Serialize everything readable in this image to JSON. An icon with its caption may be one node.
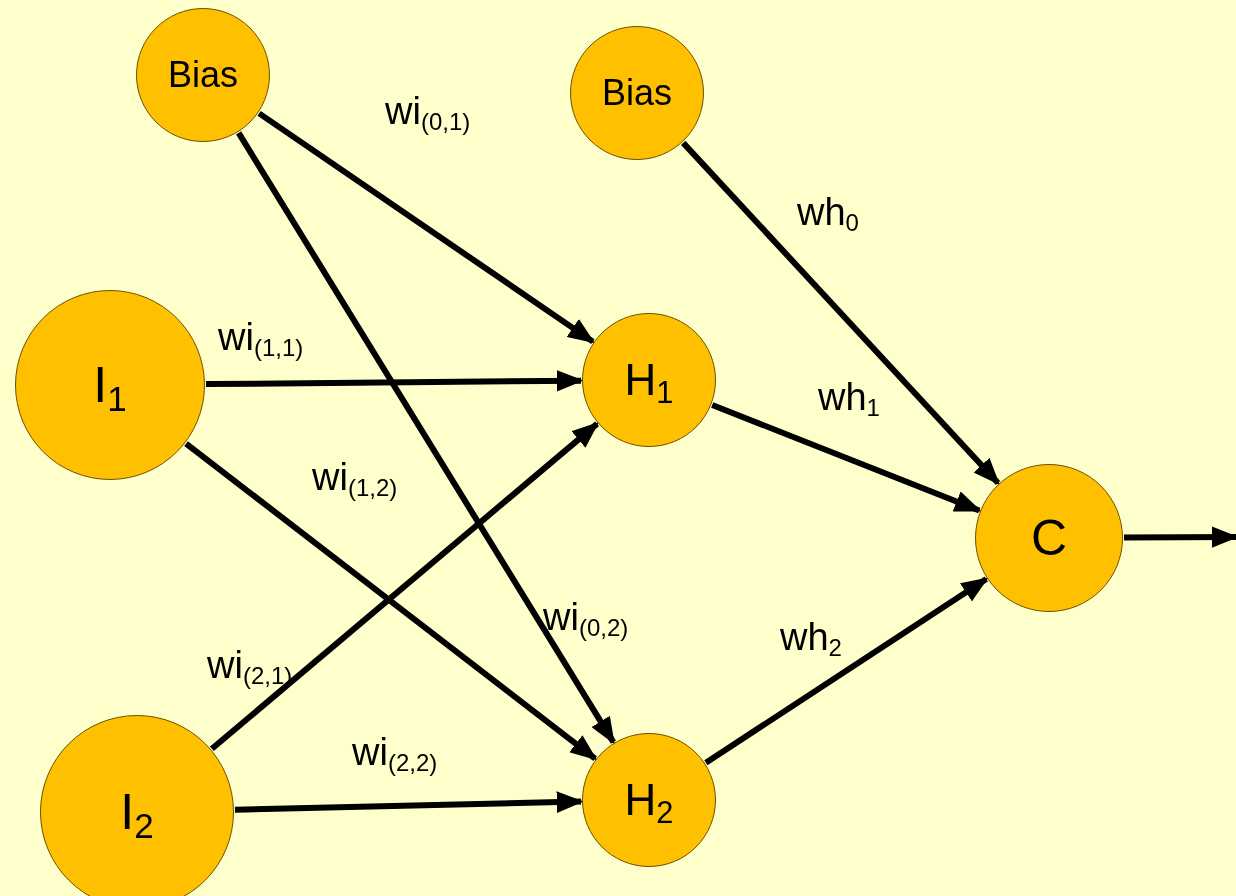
{
  "diagram": {
    "nodes": [
      {
        "text": [
          "Bias"
        ]
      },
      {
        "text": [
          "Bias"
        ]
      },
      {
        "text": [
          "I$_{1}$"
        ]
      },
      {
        "text": [
          "H$_{1}$"
        ]
      },
      {
        "text": [
          "C"
        ]
      },
      {
        "text": [
          "I$_{2}$"
        ]
      },
      {
        "text": [
          "H$_{2}$"
        ]
      }
    ],
    "edges": [
      {
        "from": 0,
        "to": 3,
        "arrow": "to",
        "label": "wi$_{(0,1)}$"
      },
      {
        "from": 0,
        "to": 6,
        "arrow": "to",
        "label": "wi$_{(0,2)}$"
      },
      {
        "from": 1,
        "to": 4,
        "arrow": "to",
        "label": "wh$_{0}$"
      },
      {
        "from": 2,
        "to": 3,
        "arrow": "to",
        "label": "wi$_{(1,1)}$"
      },
      {
        "from": 2,
        "to": 6,
        "arrow": "to",
        "label": "wi$_{(1,2)}$"
      },
      {
        "from": 5,
        "to": 3,
        "arrow": "to",
        "label": "wi$_{(2,1)}$"
      },
      {
        "from": 5,
        "to": 6,
        "arrow": "to",
        "label": "wi$_{(2,2)}$"
      },
      {
        "from": 3,
        "to": 4,
        "arrow": "to",
        "label": "wh$_{1}$"
      },
      {
        "from": 6,
        "to": 4,
        "arrow": "to",
        "label": "wh$_{2}$"
      },
      {
        "from": 4,
        "to": null,
        "arrow": "to"
      }
    ]
  }
}
